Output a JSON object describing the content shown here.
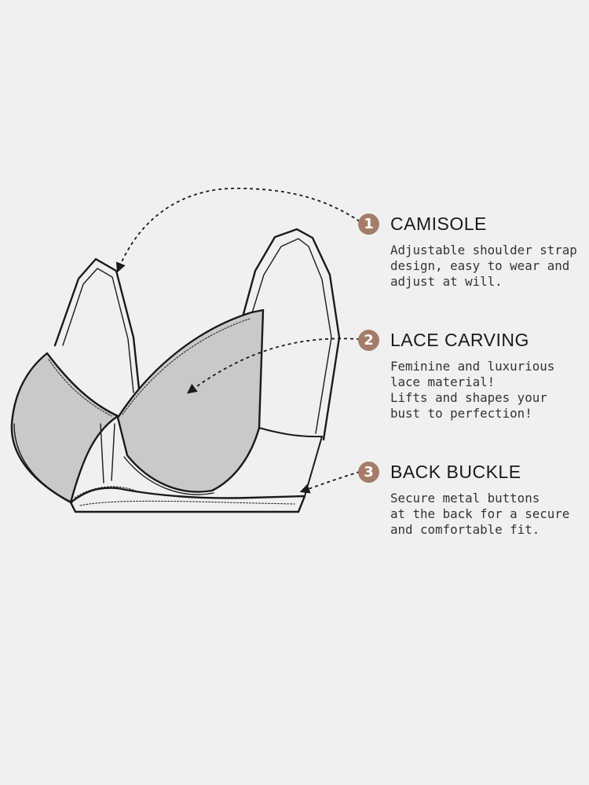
{
  "colors": {
    "background": "#f0f0f0",
    "badge": "#a47c6a",
    "fabric": "#c9c9c9",
    "outline": "#1a1a1a"
  },
  "features": [
    {
      "number": "1",
      "title": "CAMISOLE",
      "lines": [
        "Adjustable shoulder strap",
        "design, easy to wear and",
        "adjust at will."
      ]
    },
    {
      "number": "2",
      "title": "LACE CARVING",
      "lines": [
        "Feminine and luxurious",
        "lace material!",
        "Lifts and shapes your",
        "bust to perfection!"
      ]
    },
    {
      "number": "3",
      "title": "BACK BUCKLE",
      "lines": [
        "Secure metal buttons",
        "at the back for a secure",
        "and comfortable fit."
      ]
    }
  ]
}
